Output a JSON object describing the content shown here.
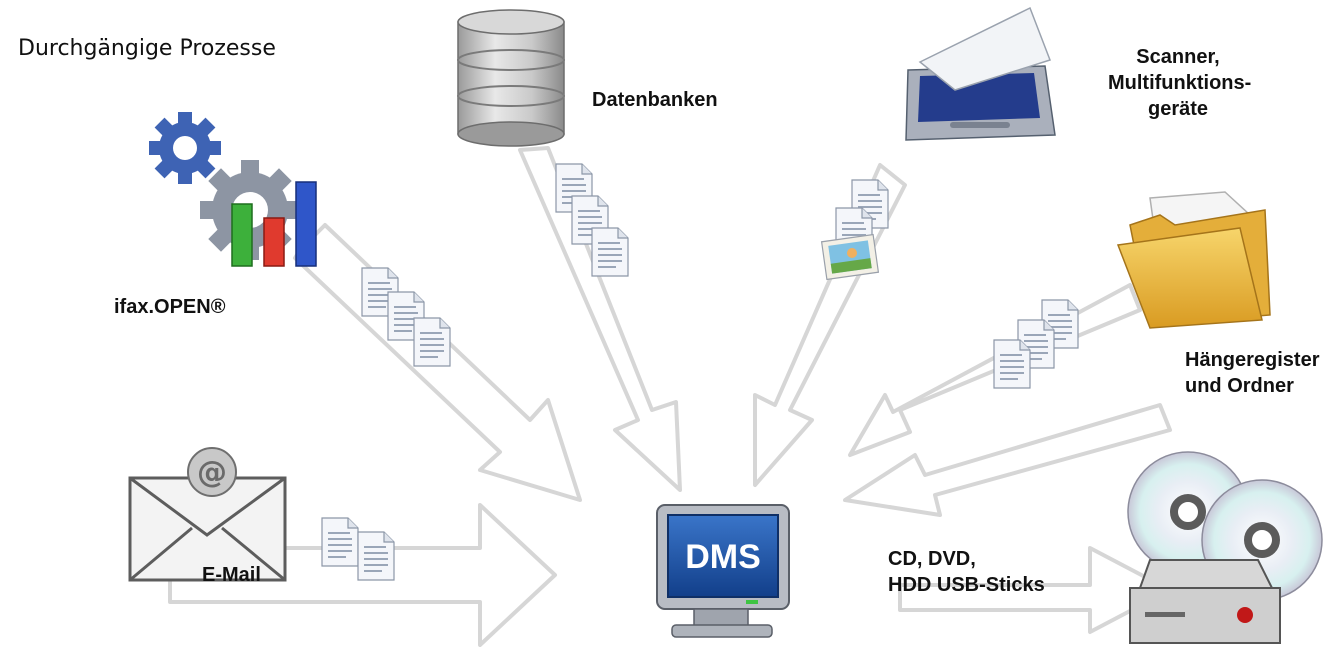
{
  "title": "Durchgängige Prozesse",
  "center": {
    "label": "DMS"
  },
  "sources": {
    "ifax": "ifax.OPEN®",
    "datenbanken": "Datenbanken",
    "scanner": [
      "Scanner,",
      "Multifunktions-",
      "geräte"
    ],
    "haengeregister": [
      "Hängeregister",
      "und Ordner"
    ],
    "email": "E-Mail",
    "cd": [
      "CD, DVD,",
      "HDD USB-Sticks"
    ]
  },
  "icons": {
    "ifax": "gears-bar-chart-icon",
    "datenbanken": "database-icon",
    "scanner": "scanner-icon",
    "haengeregister": "folder-icon",
    "email": "email-envelope-icon",
    "cd": "cd-drive-icon",
    "dms": "monitor-icon"
  },
  "colors": {
    "arrow": "#d6d6d6",
    "gear_blue": "#3e63b4",
    "gear_grey": "#8d95a3",
    "bar_green": "#3db03b",
    "bar_red": "#e03a2e",
    "bar_blue": "#2f56c9",
    "screen_blue": "#1f56a9"
  }
}
